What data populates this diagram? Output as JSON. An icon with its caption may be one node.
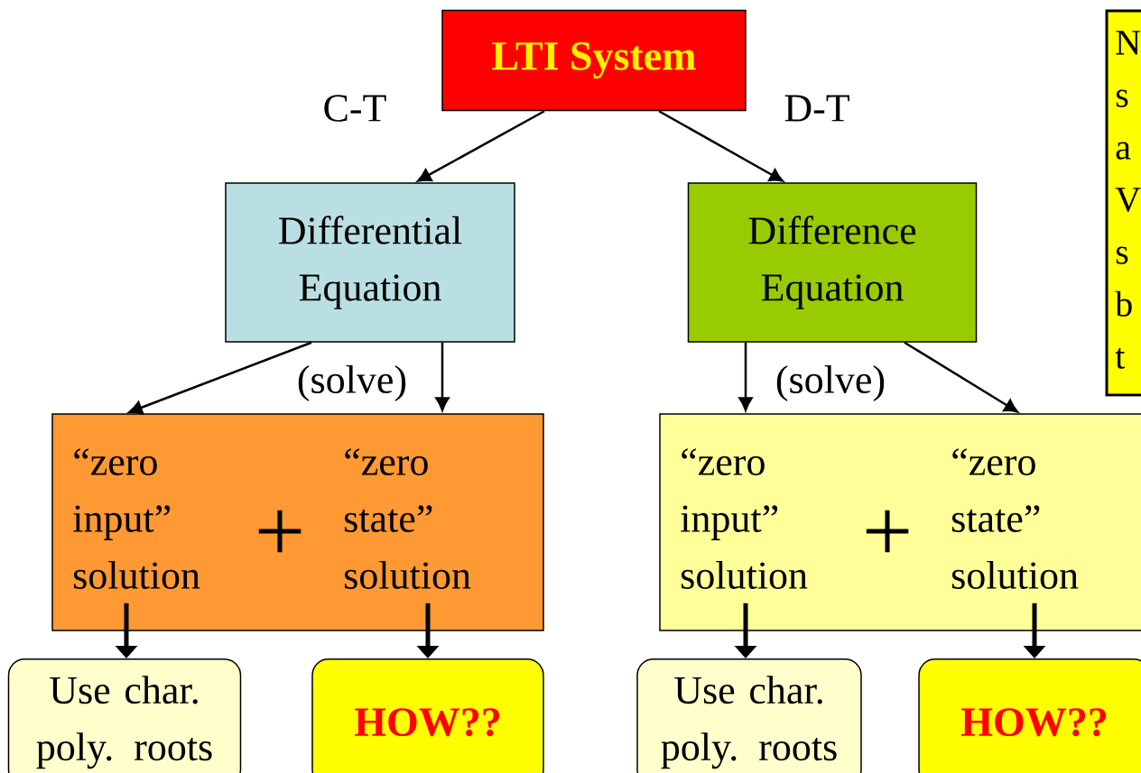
{
  "diagram": {
    "nodes": [
      {
        "text": [
          "LTI System"
        ]
      },
      {
        "text": [
          "Differential Equation"
        ]
      },
      {
        "text": [
          "Difference Equation"
        ]
      },
      {
        "text": [
          "“zero input” solution",
          "+",
          "“zero state” solution"
        ]
      },
      {
        "text": [
          "“zero input” solution",
          "+",
          "“zero state” solution"
        ]
      },
      {
        "text": [
          "Use char. poly. roots"
        ]
      },
      {
        "text": [
          "HOW??"
        ]
      },
      {
        "text": [
          "Use char. poly. roots"
        ]
      },
      {
        "text": [
          "HOW??"
        ]
      },
      {
        "text": [
          "N s a V s b t"
        ]
      }
    ],
    "edges": [
      {
        "from": 0,
        "to": 1,
        "arrow": "to",
        "label": "C-T"
      },
      {
        "from": 0,
        "to": 2,
        "arrow": "to",
        "label": "D-T"
      },
      {
        "from": 1,
        "to": 3,
        "arrow": "to"
      },
      {
        "from": 1,
        "to": 3,
        "arrow": "to",
        "label": "(solve)"
      },
      {
        "from": 2,
        "to": 4,
        "arrow": "to",
        "label": "(solve)"
      },
      {
        "from": 2,
        "to": 4,
        "arrow": "to"
      },
      {
        "from": 3,
        "to": 5,
        "arrow": "to",
        "style": "thick"
      },
      {
        "from": 3,
        "to": 6,
        "arrow": "to",
        "style": "thick"
      },
      {
        "from": 4,
        "to": 7,
        "arrow": "to",
        "style": "thick"
      },
      {
        "from": 4,
        "to": 8,
        "arrow": "to",
        "style": "thick"
      }
    ]
  }
}
